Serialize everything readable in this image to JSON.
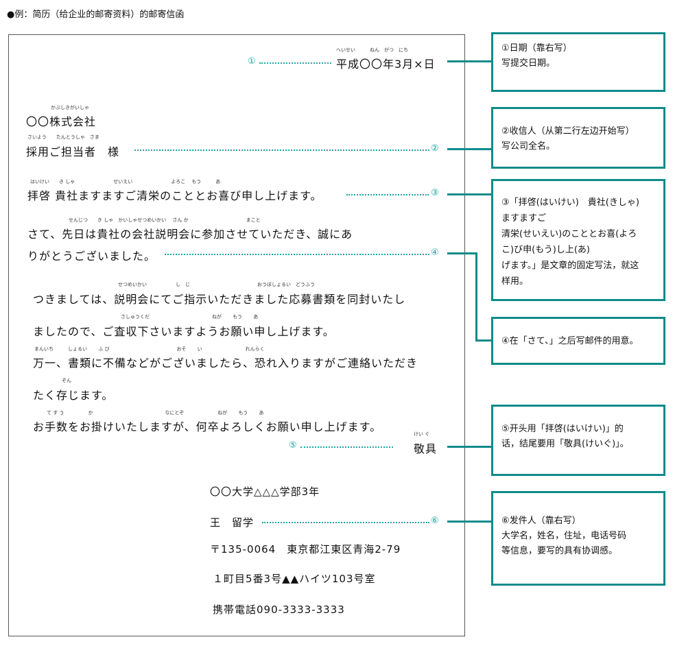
{
  "heading": "●例：简历（给企业的邮寄资料）的邮寄信函",
  "letter": {
    "date_ruby": "へいせい　　　ねん　がつ　にち",
    "date": "平成〇〇年3月×日",
    "company_ruby": "かぶしきがいしゃ",
    "company": "〇〇株式会社",
    "recipient_ruby": "さいよう　　たんとうしゃ　さま",
    "recipient": "採用ご担当者　様",
    "greeting_ruby": "はいけい　　き しゃ　　　　　　　　せいえい　　　　　　　　よろこ　 もう　　　あ",
    "greeting": "拝啓 貴社ますますご清栄のこととお喜び申し上げます。",
    "para1_ruby": "せんじつ　　き しゃ　かいしゃせつめいかい　 さん か　　　　　　　　　　　　まこと",
    "para1_line1": "さて、先日は貴社の会社説明会に参加させていただき、誠にあ",
    "para1_line2": "りがとうございました。",
    "para2_ruby1": "せつめいかい　　　　　　し　じ　　　　　　　　　　　　　　おうぼしょるい　どうふう",
    "para2_line1": "つきましては、説明会にてご指示いただきました応募書類を同封いたし",
    "para2_ruby2": "さしゅうくだ　　　　　　　　　　　　　ねが　　 もう　　 あ",
    "para2_line2": "ましたので、ご査収下さいますようお願い申し上げます。",
    "para3_ruby1": "まんいち　　　しょるい　　 ふ び　　　　　　　　　　　　　　おそ　　 い　　　　　　　　　れんらく",
    "para3_line1": "万一、書類に不備などがございましたら、恐れ入りますがご連絡いただき",
    "para3_ruby2": "ぞん",
    "para3_line2": "たく存じます。",
    "para4_ruby": "て す う　　　　　か　　　　　　　　　　　　　　　なにとぞ　　　　　　　ねが　　 もう　　 あ",
    "para4": "お手数をお掛けいたしますが、何卒よろしくお願い申し上げます。",
    "closing_ruby": "けい ぐ",
    "closing": "敬具",
    "sender_school": "〇〇大学△△△学部3年",
    "sender_name": "王　留学",
    "sender_address1": "〒135-0064　東京都江東区青海2-79",
    "sender_address2": "１町目5番3号▲▲ハイツ103号室",
    "sender_phone": "携帯電話090-3333-3333"
  },
  "markers": {
    "m1": "①",
    "m2": "②",
    "m3": "③",
    "m4": "④",
    "m5": "⑤",
    "m6": "⑥"
  },
  "annotations": {
    "a1_line1": "①日期（靠右写）",
    "a1_line2": "写提交日期。",
    "a2_line1": "②收信人（从第二行左边开始写）",
    "a2_line2": "写公司全名。",
    "a3_line1": "③「拝啓(はいけい)　貴社(きしゃ)",
    "a3_line2": "ますますご",
    "a3_line3": "清栄(せいえい)のこととお喜(よろ",
    "a3_line4": "こ)び申(もう)し上(あ)",
    "a3_line5": "げます。」是文章的固定写法，就这",
    "a3_line6": "样用。",
    "a4_line1": "④在「さて、」之后写邮件的用意。",
    "a5_line1": "⑤开头用「拝啓(はいけい)」的",
    "a5_line2": "话，结尾要用「敬具(けいぐ)」。",
    "a6_line1": "⑥发件人（靠右写）",
    "a6_line2": "大学名，姓名，住址，电话号码",
    "a6_line3": "等信息，要写的具有协调感。"
  },
  "colors": {
    "accent": "#0f8a8a",
    "marker": "#1aa3a3"
  }
}
